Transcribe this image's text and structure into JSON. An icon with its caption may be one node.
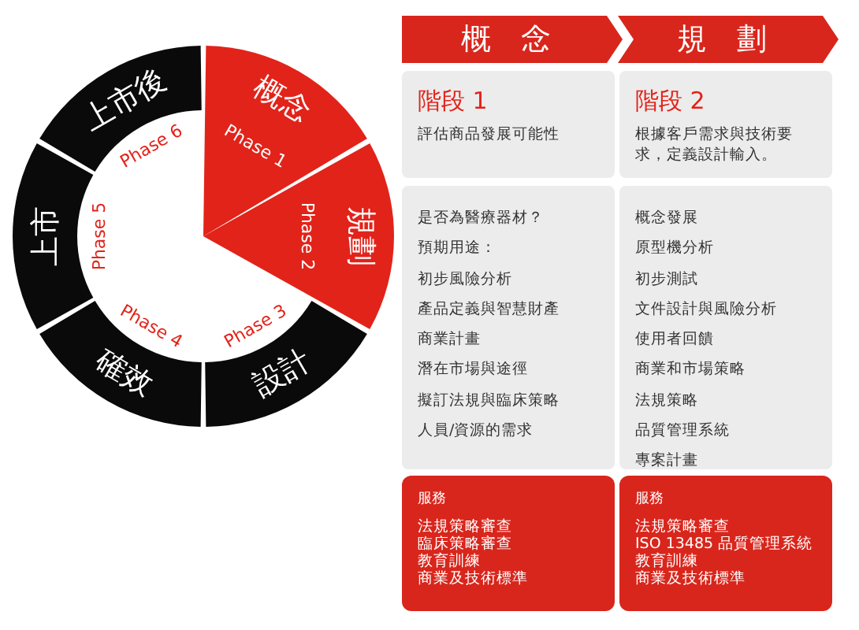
{
  "diagram": {
    "nodes": [
      {
        "text": [
          "概念",
          "Phase 1"
        ]
      },
      {
        "text": [
          "規劃",
          "Phase 2"
        ]
      },
      {
        "text": [
          "設計",
          "Phase 3"
        ]
      },
      {
        "text": [
          "確效",
          "Phase 4"
        ]
      },
      {
        "text": [
          "上市",
          "Phase 5"
        ]
      },
      {
        "text": [
          "上市後",
          "Phase 6"
        ]
      },
      {
        "text": [
          "概　念"
        ]
      },
      {
        "text": [
          "規　劃"
        ]
      },
      {
        "text": [
          "階段 1",
          "評估商品發展可能性"
        ]
      },
      {
        "text": [
          "階段 2",
          "根據客戶需求與技術要求，定義設計輸入。"
        ]
      },
      {
        "text": [
          "是否為醫療器材？",
          "預期用途：",
          "初步風險分析",
          "產品定義與智慧財產",
          "商業計畫",
          "潛在市場與途徑",
          "擬訂法規與臨床策略",
          "人員/資源的需求"
        ]
      },
      {
        "text": [
          "概念發展",
          "原型機分析",
          "初步測試",
          "文件設計與風險分析",
          "使用者回饋",
          "商業和市場策略",
          "法規策略",
          "品質管理系統",
          "專案計畫"
        ]
      },
      {
        "text": [
          "服務",
          "法規策略審查",
          "臨床策略審查",
          "教育訓練",
          "商業及技術標準"
        ]
      },
      {
        "text": [
          "服務",
          "法規策略審查",
          "ISO 13485 品質管理系統",
          "教育訓練",
          "商業及技術標準"
        ]
      }
    ]
  }
}
